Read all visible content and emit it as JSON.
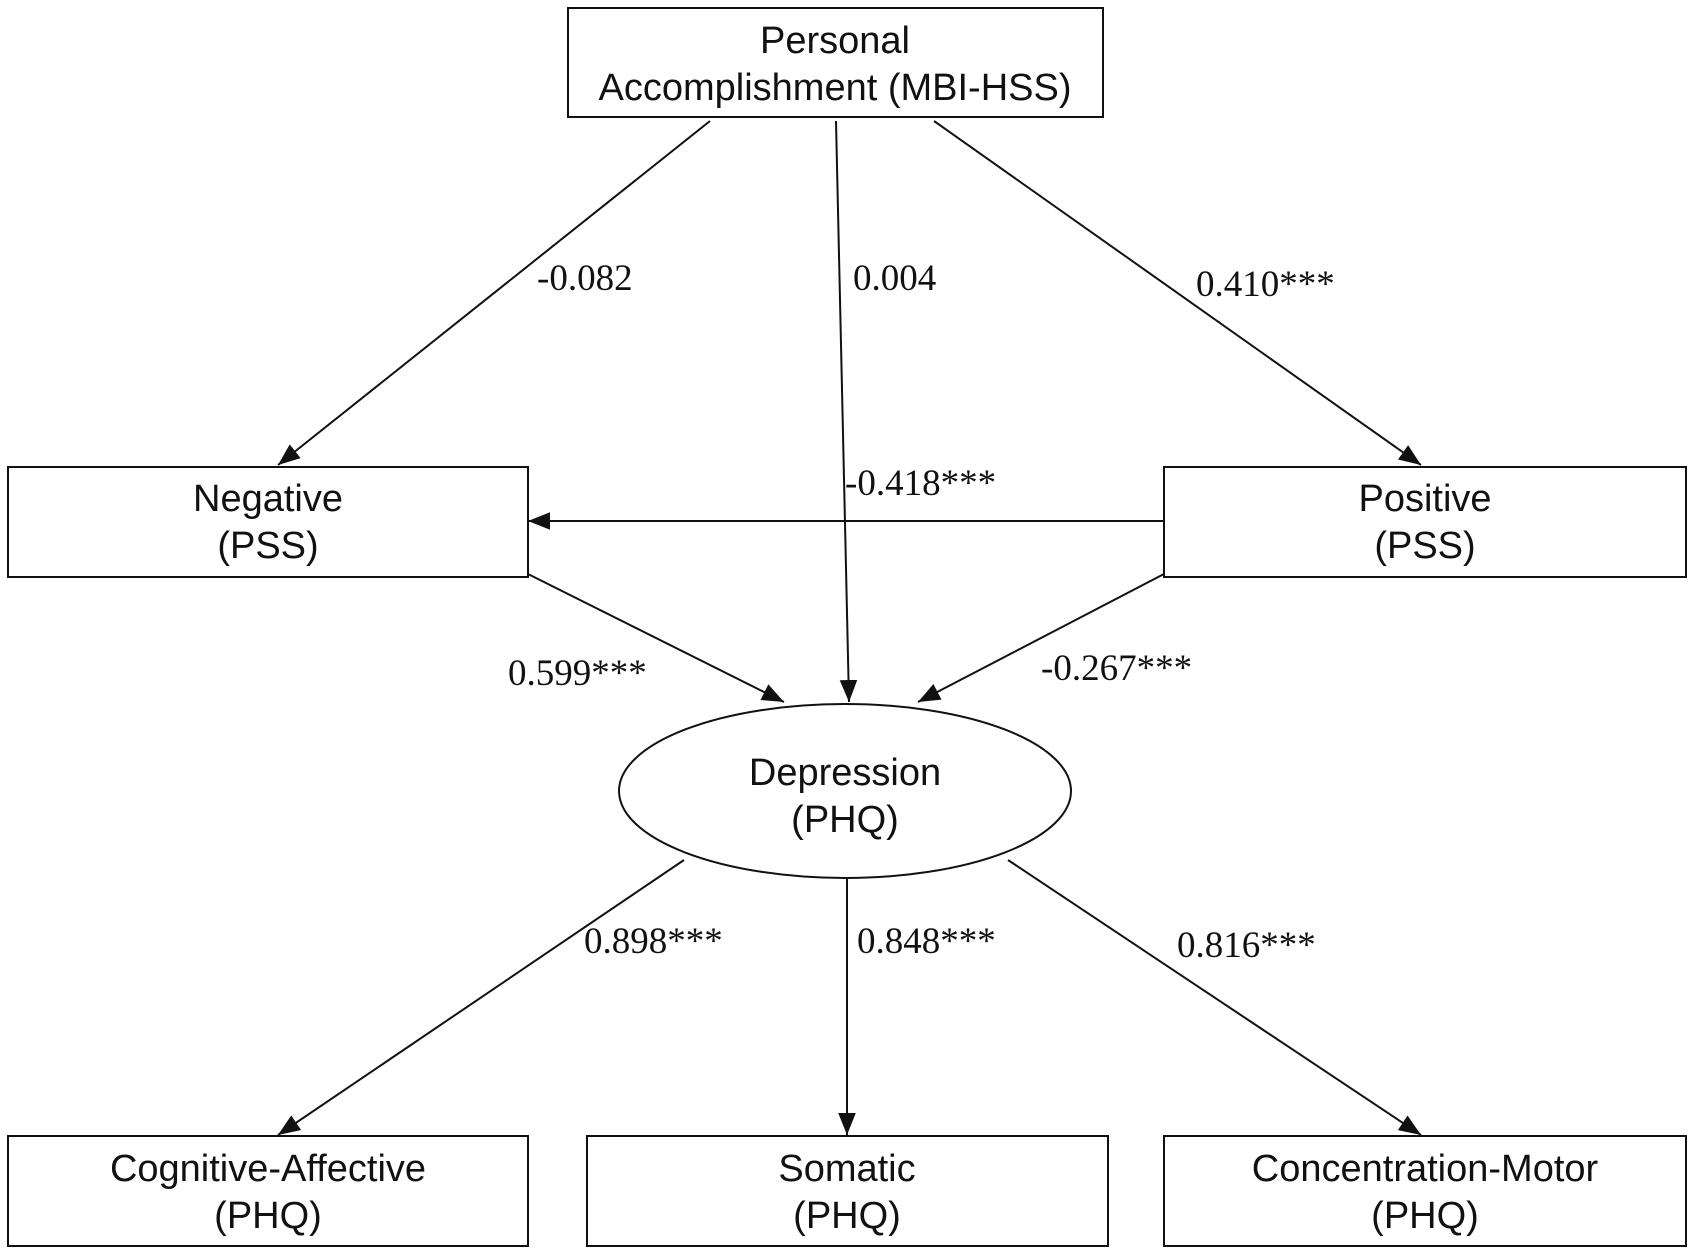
{
  "nodes": {
    "personal_accomplishment": {
      "line1": "Personal",
      "line2": "Accomplishment (MBI-HSS)"
    },
    "negative": {
      "line1": "Negative",
      "line2": "(PSS)"
    },
    "positive": {
      "line1": "Positive",
      "line2": "(PSS)"
    },
    "depression": {
      "line1": "Depression",
      "line2": "(PHQ)"
    },
    "cognitive_affective": {
      "line1": "Cognitive-Affective",
      "line2": "(PHQ)"
    },
    "somatic": {
      "line1": "Somatic",
      "line2": "(PHQ)"
    },
    "concentration_motor": {
      "line1": "Concentration-Motor",
      "line2": "(PHQ)"
    }
  },
  "paths": {
    "pa_to_negative": "-0.082",
    "pa_to_depression": "0.004",
    "pa_to_positive": "0.410***",
    "positive_to_negative": "-0.418***",
    "negative_to_depression": "0.599***",
    "positive_to_depression": "-0.267***",
    "depression_to_cognitive": "0.898***",
    "depression_to_somatic": "0.848***",
    "depression_to_concentration": "0.816***"
  },
  "colors": {
    "stroke": "#111111",
    "background": "#ffffff"
  }
}
